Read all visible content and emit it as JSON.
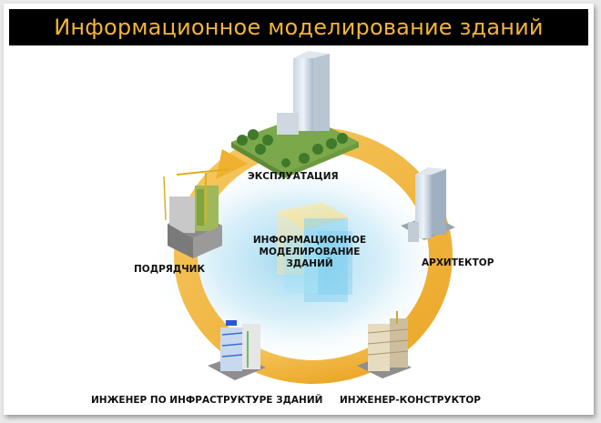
{
  "title": "Информационное моделирование зданий",
  "center": {
    "line1": "ИНФОРМАЦИОННОЕ",
    "line2": "МОДЕЛИРОВАНИЕ",
    "line3": "ЗДАНИЙ"
  },
  "stages": {
    "operation": "ЭКСПЛУАТАЦИЯ",
    "architect": "АРХИТЕКТОР",
    "structural": "ИНЖЕНЕР-КОНСТРУКТОР",
    "infrastructure": "ИНЖЕНЕР ПО ИНФРАСТРУКТУРЕ ЗДАНИЙ",
    "contractor": "ПОДРЯДЧИК"
  },
  "colors": {
    "title_bg": "#000000",
    "title_text": "#f2b43a",
    "cycle_arrow": "#f0b030",
    "center_glow": "#a9dcf2"
  }
}
